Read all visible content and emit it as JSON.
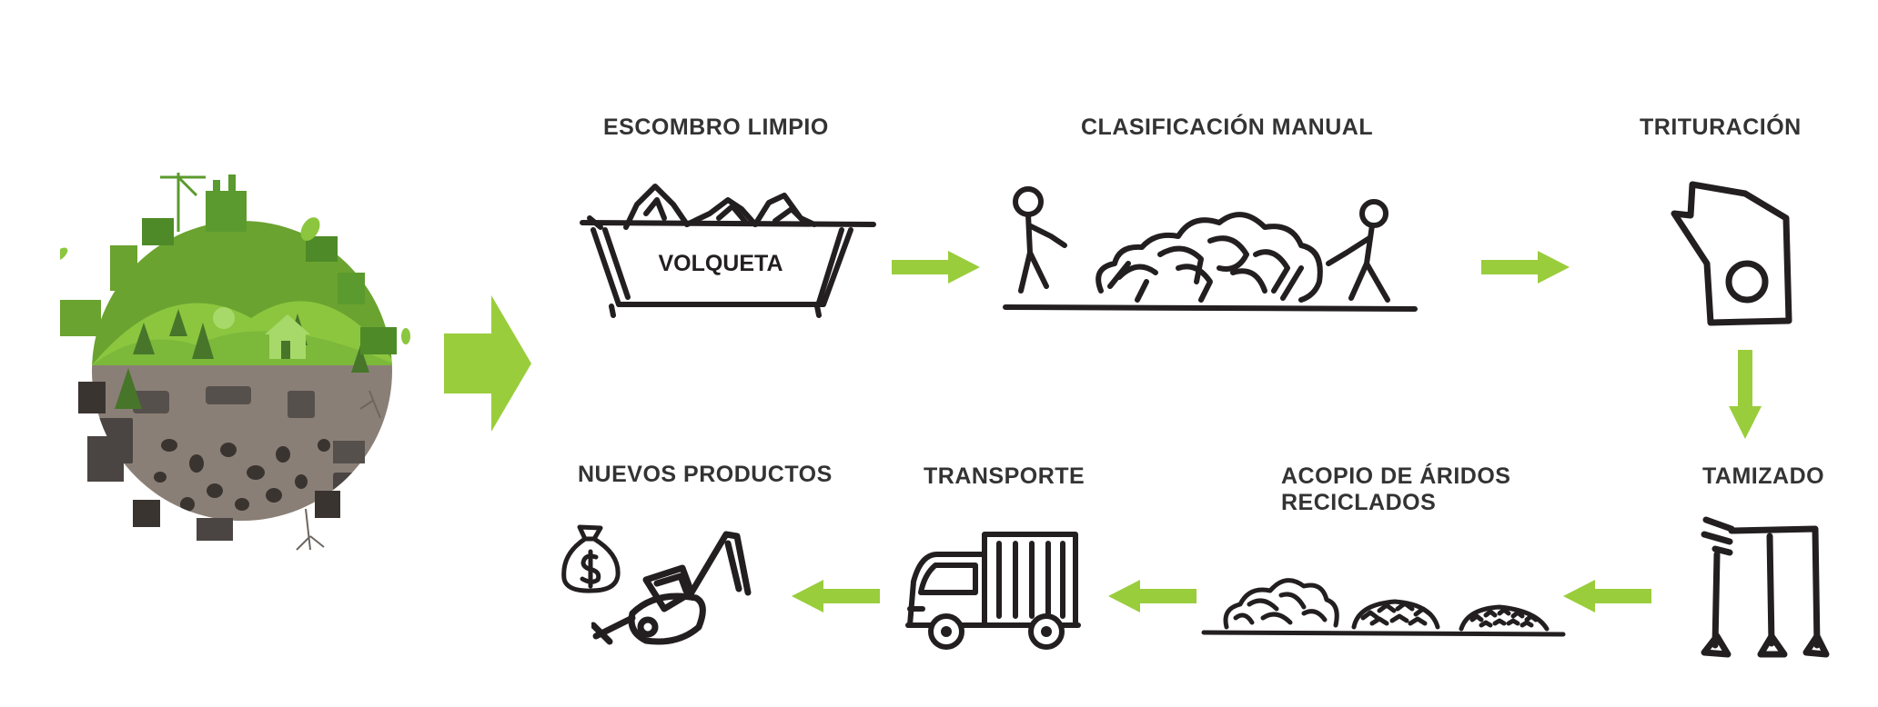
{
  "steps": {
    "escombro": "ESCOMBRO LIMPIO",
    "volqueta": "VOLQUETA",
    "clasificacion": "CLASIFICACIÓN MANUAL",
    "trituracion": "TRITURACIÓN",
    "tamizado": "TAMIZADO",
    "acopio_line1": "ACOPIO DE ÁRIDOS",
    "acopio_line2": "RECICLADOS",
    "transporte": "TRANSPORTE",
    "nuevos": "NUEVOS PRODUCTOS"
  },
  "colors": {
    "arrow": "#9acd3c",
    "ink": "#231f20",
    "label": "#333333",
    "globe_green": "#6aa32f",
    "globe_light": "#8cc63f",
    "globe_dark": "#47752a",
    "globe_soil": "#8a7f76"
  },
  "icons": [
    "globe-illustration",
    "big-arrow-icon",
    "dumpster-icon",
    "workers-rubble-icon",
    "crusher-icon",
    "sieve-icon",
    "aggregate-piles-icon",
    "truck-icon",
    "money-bag-icon",
    "excavator-icon"
  ]
}
